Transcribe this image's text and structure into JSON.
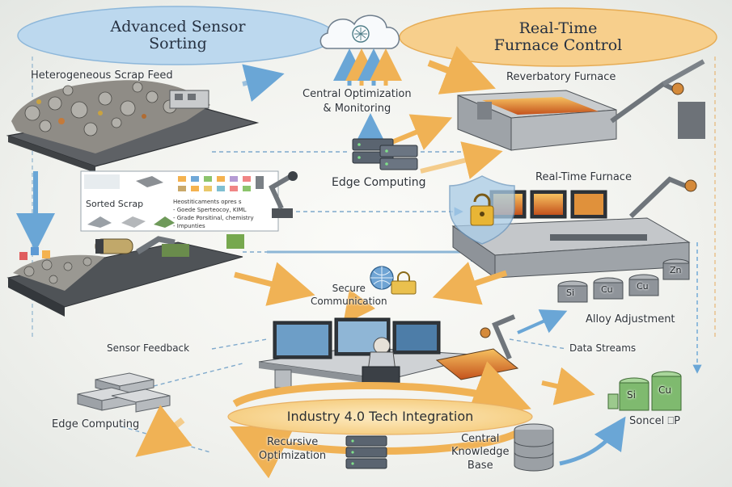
{
  "diagram": {
    "titles": {
      "sensor_sorting": "Advanced Sensor\nSorting",
      "furnace_control": "Real-Time\nFurnace Control",
      "integration": "Industry 4.0 Tech Integration"
    },
    "labels": {
      "scrap_feed": "Heterogeneous Scrap Feed",
      "central_optimization": "Central Optimization\n& Monitoring",
      "reverberatory_furnace": "Reverbatory Furnace",
      "edge_computing_top": "Edge Computing",
      "realtime_furnace": "Real-Time Furnace",
      "sorted_scrap": "Sorted Scrap",
      "secure_communication": "Secure\nCommunication",
      "alloy_adjustment": "Alloy Adjustment",
      "sensor_feedback": "Sensor Feedback",
      "data_streams": "Data Streams",
      "edge_computing_bottom": "Edge Computing",
      "recursive_optimization": "Recursive\nOptimization",
      "central_knowledge_base": "Central\nKnowledge\nBase",
      "soncel": "Soncel ⎕P"
    },
    "sorted_scrap_panel": {
      "heading": "Heostiticaments opres s",
      "bullets": [
        "- Goede Sperteocoy, KIML",
        "- Grade Porsitinal, chemistry",
        "- Impunties"
      ]
    },
    "element_bins": [
      "Si",
      "Cu",
      "Cu",
      "Zn"
    ],
    "element_tanks": [
      "Si",
      "Cu"
    ],
    "colors": {
      "blue_flow": "#6aa6d6",
      "orange_flow": "#f0b255",
      "sensor_oval": "#bcd8ee",
      "furnace_oval": "#f7cf8c",
      "integration_band": "#fbe2ad"
    }
  }
}
